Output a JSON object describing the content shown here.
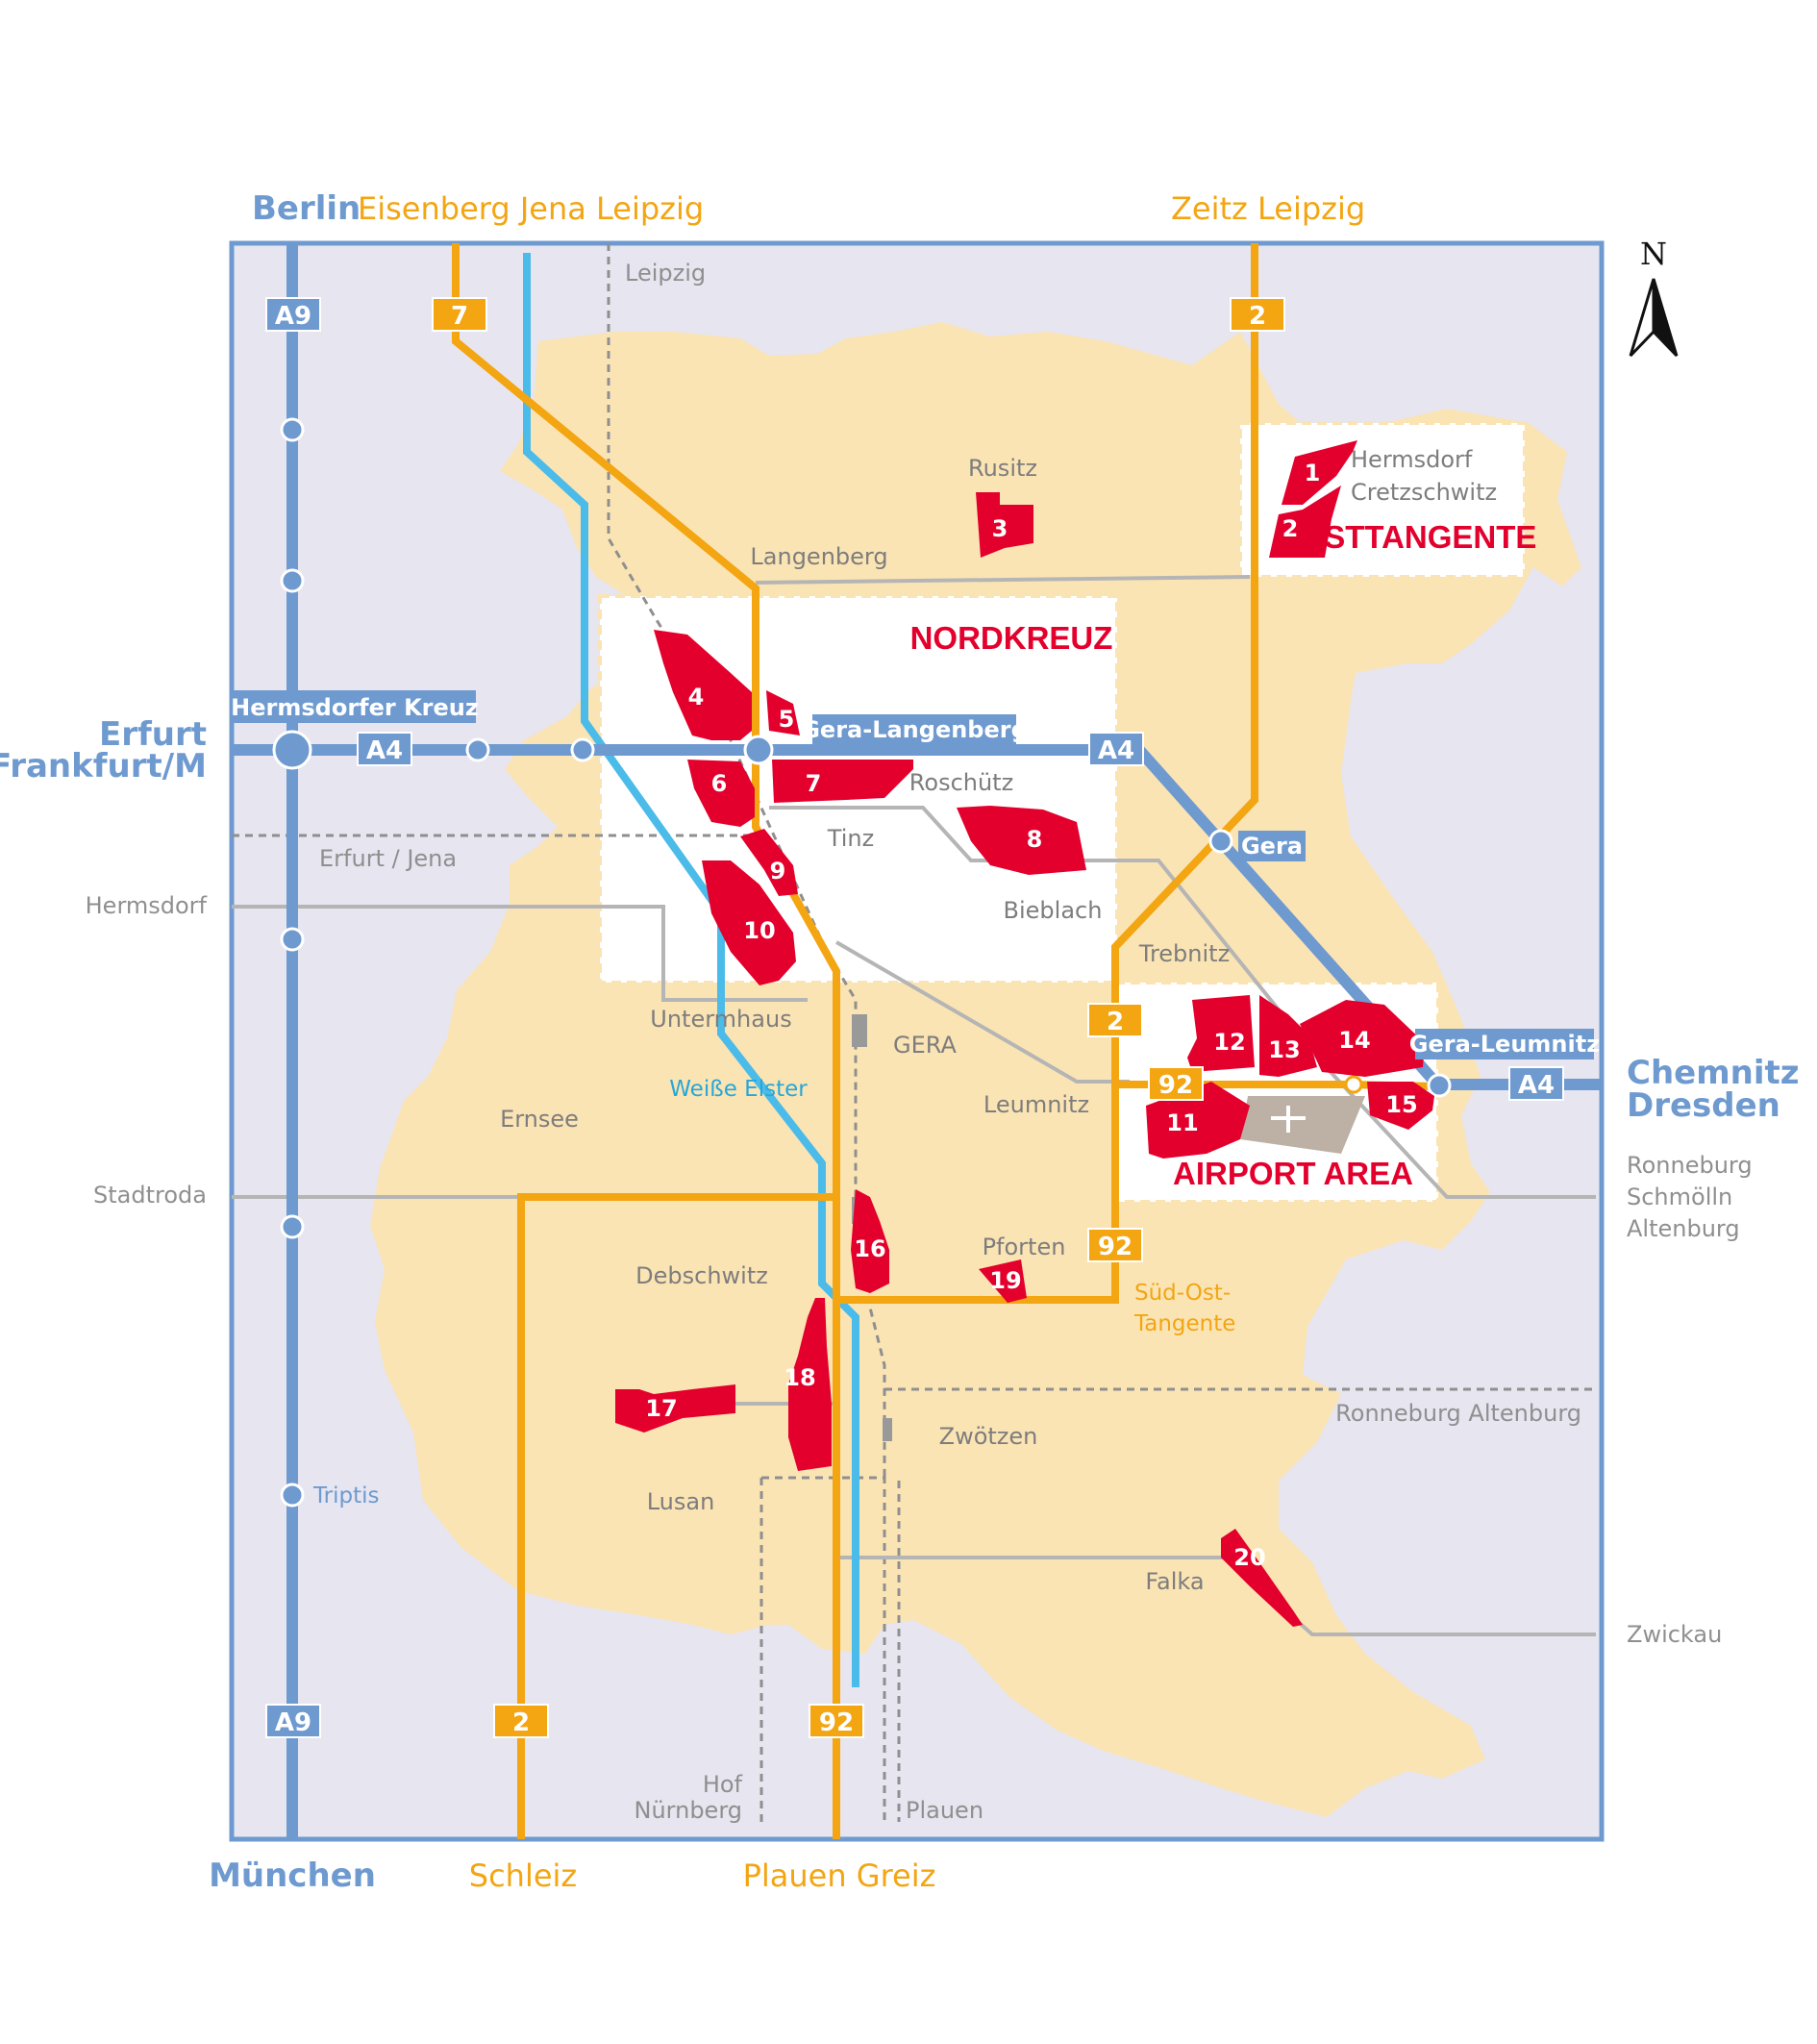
{
  "top_destinations": {
    "berlin": "Berlin",
    "eisenberg": "Eisenberg Jena Leipzig",
    "zeitz": "Zeitz Leipzig"
  },
  "side_destinations": {
    "erfurt_1": "Erfurt",
    "erfurt_2": "Frankfurt/M",
    "chemnitz_1": "Chemnitz",
    "chemnitz_2": "Dresden"
  },
  "bottom_destinations": {
    "muenchen": "München",
    "schleiz": "Schleiz",
    "plauen_greiz": "Plauen Greiz"
  },
  "rail_destinations": {
    "leipzig": "Leipzig",
    "erfurt_jena": "Erfurt / Jena",
    "hermsdorf": "Hermsdorf",
    "stadtroda": "Stadtroda",
    "ronneburg": "Ronneburg",
    "schmoelln": "Schmölln",
    "altenburg": "Altenburg",
    "ronneburg_altenburg": "Ronneburg Altenburg",
    "zwickau": "Zwickau",
    "hof": "Hof",
    "nuernberg": "Nürnberg",
    "plauen": "Plauen"
  },
  "north_arrow": "N",
  "shields": {
    "a9_top": "A9",
    "a9_bottom": "A9",
    "a4_west": "A4",
    "a4_mid": "A4",
    "a4_east": "A4",
    "b7": "7",
    "b2_top": "2",
    "b2_mid": "2",
    "b2_bottom": "2",
    "b92_mid": "92",
    "b92_east": "92",
    "b92_bottom": "92"
  },
  "junctions": {
    "hermsdorfer_kreuz": "Hermsdorfer Kreuz",
    "gera_langenberg": "Gera-Langenberg",
    "gera": "Gera",
    "gera_leumnitz": "Gera-Leumnitz",
    "triptis": "Triptis"
  },
  "places": {
    "rusitz": "Rusitz",
    "langenberg": "Langenberg",
    "hermsdorf_local": "Hermsdorf",
    "cretzschwitz": "Cretzschwitz",
    "roschuetz": "Roschütz",
    "tinz": "Tinz",
    "bieblach": "Bieblach",
    "trebnitz": "Trebnitz",
    "untermhaus": "Untermhaus",
    "gera": "GERA",
    "leumnitz": "Leumnitz",
    "ernsee": "Ernsee",
    "weisse_elster": "Weiße Elster",
    "debschwitz": "Debschwitz",
    "pforten": "Pforten",
    "sued_ost_1": "Süd-Ost-",
    "sued_ost_2": "Tangente",
    "zwoetzen": "Zwötzen",
    "lusan": "Lusan",
    "falka": "Falka"
  },
  "zones": {
    "nordkreuz": "NORDKREUZ",
    "osttangente": "OSTTANGENTE",
    "airport": "AIRPORT AREA"
  },
  "sites": [
    "1",
    "2",
    "3",
    "4",
    "5",
    "6",
    "7",
    "8",
    "9",
    "10",
    "11",
    "12",
    "13",
    "14",
    "15",
    "16",
    "17",
    "18",
    "19",
    "20"
  ],
  "colors": {
    "background": "#e6e5f0",
    "city": "#fbe4b4",
    "autobahn": "#6e9ad0",
    "bundesstrasse": "#f3a512",
    "river": "#4bbbe9",
    "rail": "#b5b5b5",
    "site": "#e3002d"
  }
}
